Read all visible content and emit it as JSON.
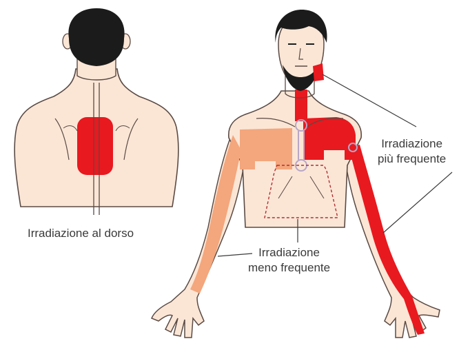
{
  "labels": {
    "back": "Irradiazione al dorso",
    "frequent_line1": "Irradiazione",
    "frequent_line2": "più frequente",
    "less_frequent_line1": "Irradiazione",
    "less_frequent_line2": "meno frequente"
  },
  "colors": {
    "skin": "#fbe6d6",
    "outline": "#5a4a44",
    "pain_frequent": "#e8191f",
    "pain_less_frequent": "#f4a67c",
    "hair": "#1b1b1b",
    "label_text": "#3a3a3a"
  }
}
